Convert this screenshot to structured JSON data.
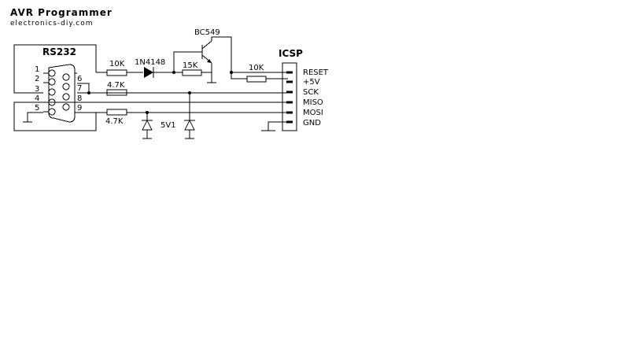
{
  "title": "AVR Programmer",
  "subtitle": "electronics-diy.com",
  "connector": {
    "label": "RS232",
    "pins_left": [
      "1",
      "2",
      "3",
      "4",
      "5"
    ],
    "pins_right": [
      "6",
      "7",
      "8",
      "9"
    ]
  },
  "components": {
    "transistor": "BC549",
    "r_reset_in": "10K",
    "diode": "1N4148",
    "r_base": "15K",
    "r_reset_out": "10K",
    "r_sck": "4.7K",
    "r_mosi": "4.7K",
    "zener": "5V1"
  },
  "icsp": {
    "label": "ICSP",
    "pins": [
      "RESET",
      "+5V",
      "SCK",
      "MISO",
      "MOSI",
      "GND"
    ]
  }
}
